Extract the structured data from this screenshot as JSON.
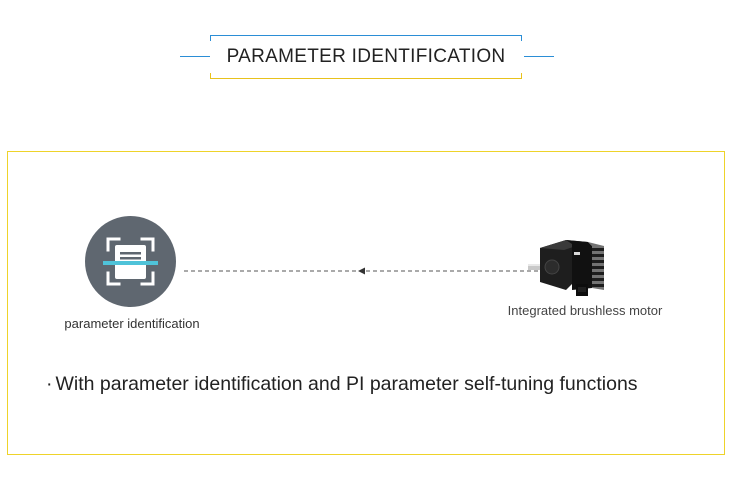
{
  "header": {
    "title": "PARAMETER IDENTIFICATION"
  },
  "diagram": {
    "left_node": {
      "icon": "scan-document-icon",
      "label": "parameter identification"
    },
    "right_node": {
      "icon": "brushless-motor-icon",
      "label": "Integrated brushless motor"
    }
  },
  "feature": {
    "bullet": "·",
    "text": "With parameter identification and PI parameter self-tuning functions"
  },
  "colors": {
    "accent_blue": "#2b8ed6",
    "accent_yellow": "#eed32a",
    "icon_circle": "#5f6770",
    "icon_highlight": "#4fc3d9"
  }
}
